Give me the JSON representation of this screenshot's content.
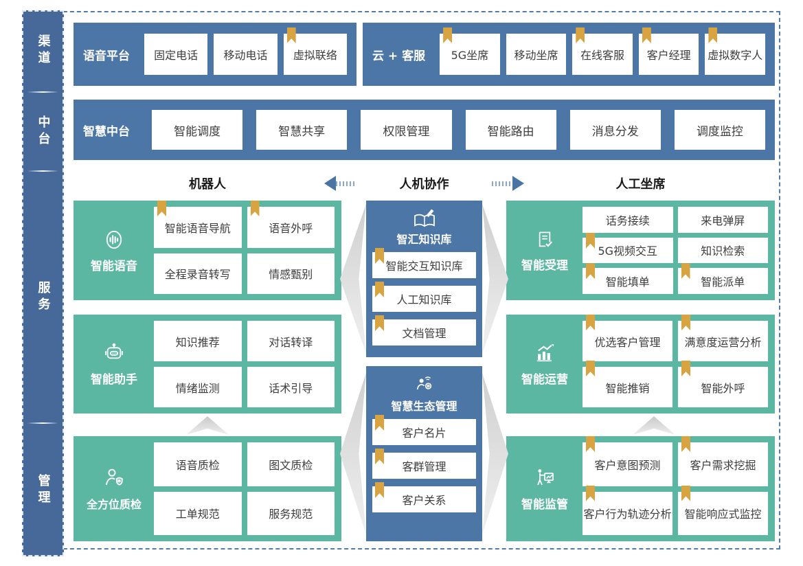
{
  "colors": {
    "panel_blue": "#4b76a6",
    "sidebar_blue": "#46699a",
    "teal": "#5bb7a2",
    "bookmark_gold": "#d8a441",
    "dashed_border": "#4f7cac"
  },
  "sidebar": {
    "items": [
      {
        "label": "渠道"
      },
      {
        "label": "中台"
      },
      {
        "label": "服务"
      },
      {
        "label": "管理"
      }
    ]
  },
  "channel_row": {
    "voice_platform": {
      "title": "语音平台",
      "items": [
        {
          "label": "固定电话",
          "bookmark": false
        },
        {
          "label": "移动电话",
          "bookmark": false
        },
        {
          "label": "虚拟联络",
          "bookmark": true
        }
      ]
    },
    "cloud_service": {
      "title": "云 + 客服",
      "items": [
        {
          "label": "5G坐席",
          "bookmark": true
        },
        {
          "label": "移动坐席",
          "bookmark": false
        },
        {
          "label": "在线客服",
          "bookmark": true
        },
        {
          "label": "客户经理",
          "bookmark": true
        },
        {
          "label": "虚拟数字人",
          "bookmark": true
        }
      ]
    }
  },
  "platform_row": {
    "title": "智慧中台",
    "items": [
      {
        "label": "智能调度"
      },
      {
        "label": "智慧共享"
      },
      {
        "label": "权限管理"
      },
      {
        "label": "智能路由"
      },
      {
        "label": "消息分发"
      },
      {
        "label": "调度监控"
      }
    ]
  },
  "section_headers": {
    "left": "机器人",
    "center": "人机协作",
    "right": "人工坐席"
  },
  "left_column": {
    "blocks": [
      {
        "title": "智能语音",
        "icon": "voice-wave-icon",
        "items": [
          {
            "label": "智能语音导航",
            "bookmark": true
          },
          {
            "label": "语音外呼",
            "bookmark": true
          },
          {
            "label": "全程录音转写",
            "bookmark": false
          },
          {
            "label": "情感甄别",
            "bookmark": false
          }
        ]
      },
      {
        "title": "智能助手",
        "icon": "robot-icon",
        "items": [
          {
            "label": "知识推荐",
            "bookmark": false
          },
          {
            "label": "对话转译",
            "bookmark": false
          },
          {
            "label": "情绪监测",
            "bookmark": false
          },
          {
            "label": "话术引导",
            "bookmark": false
          }
        ]
      },
      {
        "title": "全方位质检",
        "icon": "quality-inspector-icon",
        "items": [
          {
            "label": "语音质检",
            "bookmark": false
          },
          {
            "label": "图文质检",
            "bookmark": false
          },
          {
            "label": "工单规范",
            "bookmark": false
          },
          {
            "label": "服务规范",
            "bookmark": false
          }
        ]
      }
    ]
  },
  "middle_column": {
    "blocks": [
      {
        "title": "智汇知识库",
        "icon": "knowledge-book-icon",
        "items": [
          {
            "label": "智能交互知识库",
            "bookmark": true
          },
          {
            "label": "人工知识库",
            "bookmark": true
          },
          {
            "label": "文档管理",
            "bookmark": true
          }
        ]
      },
      {
        "title": "智慧生态管理",
        "icon": "ecosystem-person-icon",
        "items": [
          {
            "label": "客户名片",
            "bookmark": true
          },
          {
            "label": "客群管理",
            "bookmark": true
          },
          {
            "label": "客户关系",
            "bookmark": true
          }
        ]
      }
    ]
  },
  "right_column": {
    "blocks": [
      {
        "title": "智能受理",
        "icon": "document-check-icon",
        "items": [
          {
            "label": "话务接续",
            "bookmark": false
          },
          {
            "label": "来电弹屏",
            "bookmark": false
          },
          {
            "label": "5G视频交互",
            "bookmark": true
          },
          {
            "label": "知识检索",
            "bookmark": false
          },
          {
            "label": "智能填单",
            "bookmark": true
          },
          {
            "label": "智能派单",
            "bookmark": true
          }
        ]
      },
      {
        "title": "智能运营",
        "icon": "analytics-chart-icon",
        "items": [
          {
            "label": "优选客户管理",
            "bookmark": true
          },
          {
            "label": "满意度运营分析",
            "bookmark": true
          },
          {
            "label": "智能推销",
            "bookmark": true
          },
          {
            "label": "智能外呼",
            "bookmark": true
          }
        ]
      },
      {
        "title": "智能监管",
        "icon": "monitor-presenter-icon",
        "items": [
          {
            "label": "客户意图预测",
            "bookmark": true
          },
          {
            "label": "客户需求挖掘",
            "bookmark": true
          },
          {
            "label": "客户行为轨迹分析",
            "bookmark": true
          },
          {
            "label": "智能响应式监控",
            "bookmark": true
          }
        ]
      }
    ]
  }
}
